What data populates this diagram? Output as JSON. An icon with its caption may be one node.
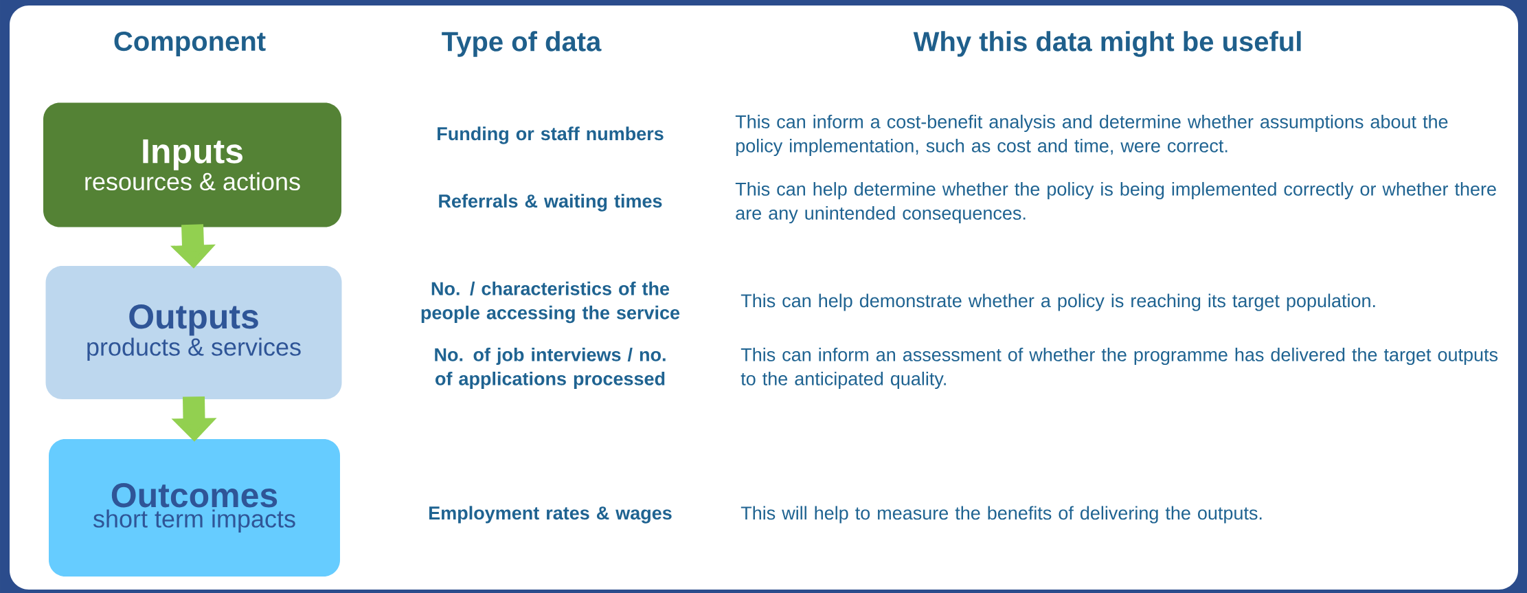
{
  "diagram": {
    "nodes": [
      {
        "text": [
          "Inputs",
          "resources & actions"
        ]
      },
      {
        "text": [
          "Outputs",
          "products & services"
        ]
      },
      {
        "text": [
          "Outcomes",
          "short term impacts"
        ]
      }
    ],
    "edges": [
      {
        "from": 0,
        "to": 1,
        "arrow": "to"
      },
      {
        "from": 1,
        "to": 2,
        "arrow": "to"
      }
    ],
    "labels": [
      "Component",
      "Type of data",
      "Why this data might be useful",
      "Funding or staff numbers",
      "This can inform a cost-benefit analysis and determine whether assumptions about the policy implementation, such as cost and time, were correct.",
      "Referrals & waiting times",
      "This can help determine whether the policy is being implemented correctly or whether there are any unintended consequences.",
      "No. / characteristics of the people accessing the service",
      "This can help demonstrate whether a policy is reaching its target population.",
      "No. of job interviews / no. of applications processed",
      "This can inform an assessment of whether the programme has delivered the target outputs to the anticipated quality.",
      "Employment rates & wages",
      "This will help to measure the benefits of delivering the outputs."
    ]
  }
}
